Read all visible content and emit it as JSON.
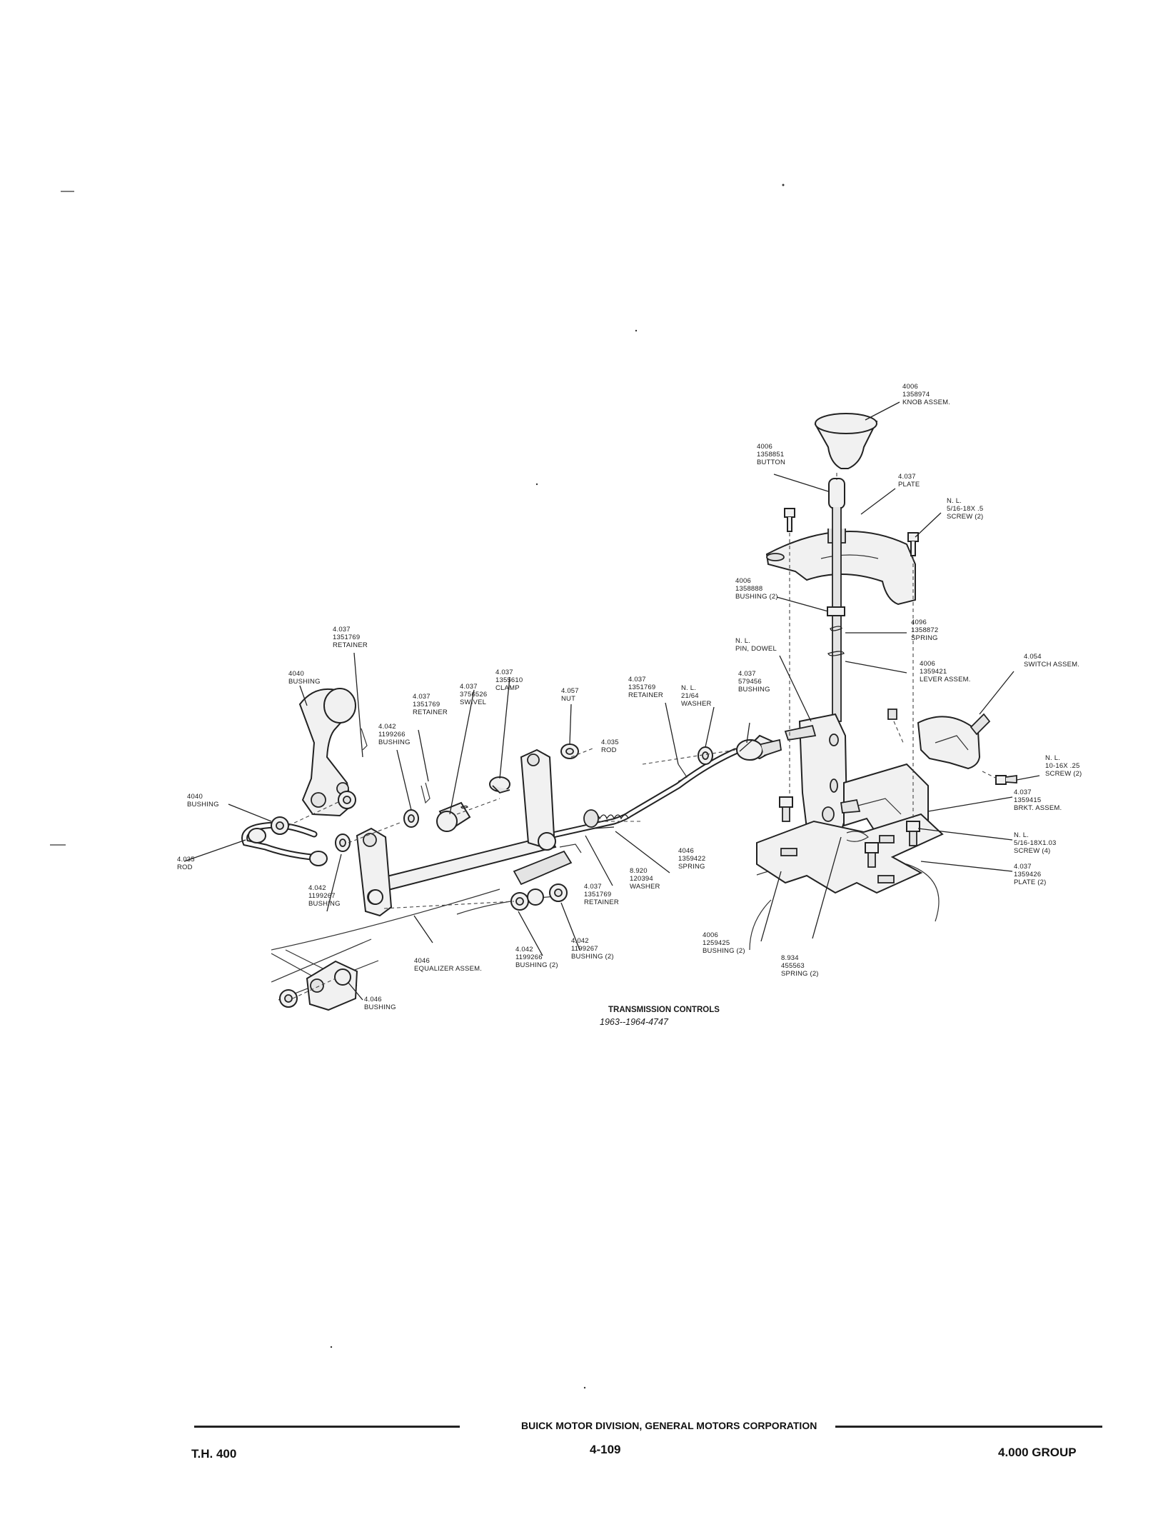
{
  "labels": [
    {
      "id": "knob",
      "lines": [
        "4006",
        "1358974",
        "KNOB ASSEM."
      ]
    },
    {
      "id": "button",
      "lines": [
        "4006",
        "1358851",
        "BUTTON"
      ]
    },
    {
      "id": "plate-top",
      "lines": [
        "4.037",
        "PLATE"
      ]
    },
    {
      "id": "screw-top",
      "lines": [
        "N. L.",
        "5/16-18X .5",
        "SCREW (2)"
      ]
    },
    {
      "id": "bushing-top",
      "lines": [
        "4006",
        "1358888",
        "BUSHING (2)"
      ]
    },
    {
      "id": "spring-top",
      "lines": [
        "4096",
        "1358872",
        "SPRING"
      ]
    },
    {
      "id": "switch",
      "lines": [
        "4.054",
        "SWITCH ASSEM."
      ]
    },
    {
      "id": "lever",
      "lines": [
        "4006",
        "1359421",
        "LEVER ASSEM."
      ]
    },
    {
      "id": "pin-dowel",
      "lines": [
        "N. L.",
        "PIN, DOWEL"
      ]
    },
    {
      "id": "bushing-579456",
      "lines": [
        "4.037",
        "579456",
        "BUSHING"
      ]
    },
    {
      "id": "washer-21-64",
      "lines": [
        "N. L.",
        "21/64",
        "WASHER"
      ]
    },
    {
      "id": "retainer-right",
      "lines": [
        "4.037",
        "1351769",
        "RETAINER"
      ]
    },
    {
      "id": "screw-10-16",
      "lines": [
        "N. L.",
        "10-16X .25",
        "SCREW (2)"
      ]
    },
    {
      "id": "bracket",
      "lines": [
        "4.037",
        "1359415",
        "BRKT. ASSEM."
      ]
    },
    {
      "id": "screw-1-03",
      "lines": [
        "N. L.",
        "5/16-18X1.03",
        "SCREW (4)"
      ]
    },
    {
      "id": "plate-2",
      "lines": [
        "4.037",
        "1359426",
        "PLATE (2)"
      ]
    },
    {
      "id": "nut",
      "lines": [
        "4.057",
        "NUT"
      ]
    },
    {
      "id": "clamp",
      "lines": [
        "4.037",
        "1355610",
        "CLAMP"
      ]
    },
    {
      "id": "swivel",
      "lines": [
        "4.037",
        "3756526",
        "SWIVEL"
      ]
    },
    {
      "id": "retainer-mid",
      "lines": [
        "4.037",
        "1351769",
        "RETAINER"
      ]
    },
    {
      "id": "rod-mid",
      "lines": [
        "4.035",
        "ROD"
      ]
    },
    {
      "id": "spring-1359422",
      "lines": [
        "4046",
        "1359422",
        "SPRING"
      ]
    },
    {
      "id": "washer-120394",
      "lines": [
        "8.920",
        "120394",
        "WASHER"
      ]
    },
    {
      "id": "retainer-low",
      "lines": [
        "4.037",
        "1351769",
        "RETAINER"
      ]
    },
    {
      "id": "retainer-top-left",
      "lines": [
        "4.037",
        "1351769",
        "RETAINER"
      ]
    },
    {
      "id": "bushing-4040-top",
      "lines": [
        "4040",
        "BUSHING"
      ]
    },
    {
      "id": "bushing-1199266-top",
      "lines": [
        "4.042",
        "1199266",
        "BUSHING"
      ]
    },
    {
      "id": "bushing-4040-left",
      "lines": [
        "4040",
        "BUSHING"
      ]
    },
    {
      "id": "rod-left",
      "lines": [
        "4.035",
        "ROD"
      ]
    },
    {
      "id": "bushing-1199267-left",
      "lines": [
        "4.042",
        "1199267",
        "BUSHING"
      ]
    },
    {
      "id": "equalizer",
      "lines": [
        "4046",
        "EQUALIZER ASSEM."
      ]
    },
    {
      "id": "bushing-1199266-low",
      "lines": [
        "4.042",
        "1199266",
        "BUSHING (2)"
      ]
    },
    {
      "id": "bushing-1199267-low",
      "lines": [
        "4.042",
        "1199267",
        "BUSHING (2)"
      ]
    },
    {
      "id": "bushing-4046",
      "lines": [
        "4.046",
        "BUSHING"
      ]
    },
    {
      "id": "bushing-1259425",
      "lines": [
        "4006",
        "1259425",
        "BUSHING (2)"
      ]
    },
    {
      "id": "spring-455563",
      "lines": [
        "8.934",
        "455563",
        "SPRING (2)"
      ]
    }
  ],
  "caption": {
    "title": "TRANSMISSION CONTROLS",
    "subtitle": "1963--1964-4747"
  },
  "footer": {
    "center": "BUICK MOTOR DIVISION, GENERAL MOTORS CORPORATION",
    "left": "T.H. 400",
    "page": "4-109",
    "right": "4.000 GROUP"
  }
}
